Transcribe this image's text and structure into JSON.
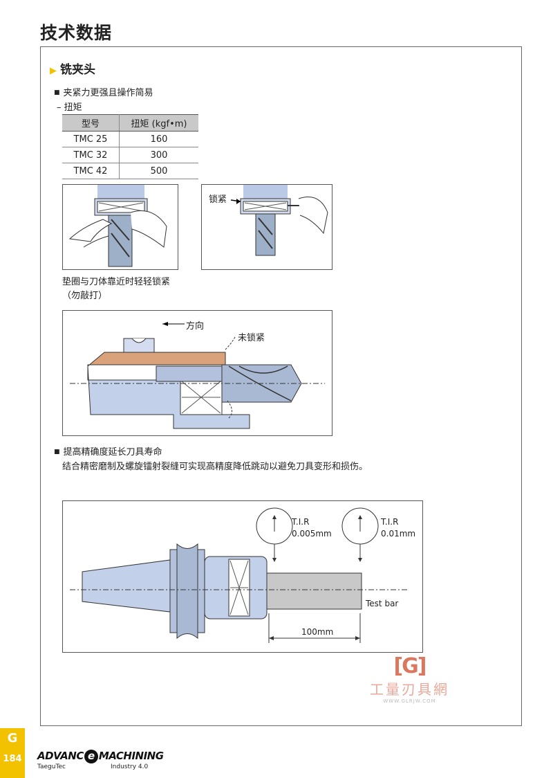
{
  "page_title": "技术数据",
  "section_title": "铣夹头",
  "bullet1": "夹紧力更强且操作简易",
  "sub1": "– 扭矩",
  "table": {
    "headers": [
      "型号",
      "扭矩 (kgf•m)"
    ],
    "rows": [
      [
        "TMC 25",
        "160"
      ],
      [
        "TMC 32",
        "300"
      ],
      [
        "TMC 42",
        "500"
      ]
    ]
  },
  "fig2_label": "锁紧",
  "caption1": "垫圈与刀体靠近时轻轻锁紧",
  "caption2": "（勿敲打）",
  "fig3": {
    "direction": "方向",
    "not_locked": "未锁紧"
  },
  "bullet2": "提高精确度延长刀具寿命",
  "bullet2_text": "结合精密磨制及螺旋镭射裂缝可实现高精度降低跳动以避免刀具变形和损伤。",
  "fig4": {
    "tir_label": "T.I.R",
    "tir1": "0.005mm",
    "tir2": "0.01mm",
    "test_bar": "Test bar",
    "dimension": "100mm"
  },
  "watermark": {
    "cn": "工量刃具網",
    "url": "WWW.GLRJW.COM"
  },
  "footer": {
    "tab_letter": "G",
    "page_number": "184",
    "brand_pre": "ADVANC",
    "brand_e": "e",
    "brand_post": "MACHINING",
    "brand_sub1": "TaeguTec",
    "brand_sub2": "Industry 4.0"
  }
}
